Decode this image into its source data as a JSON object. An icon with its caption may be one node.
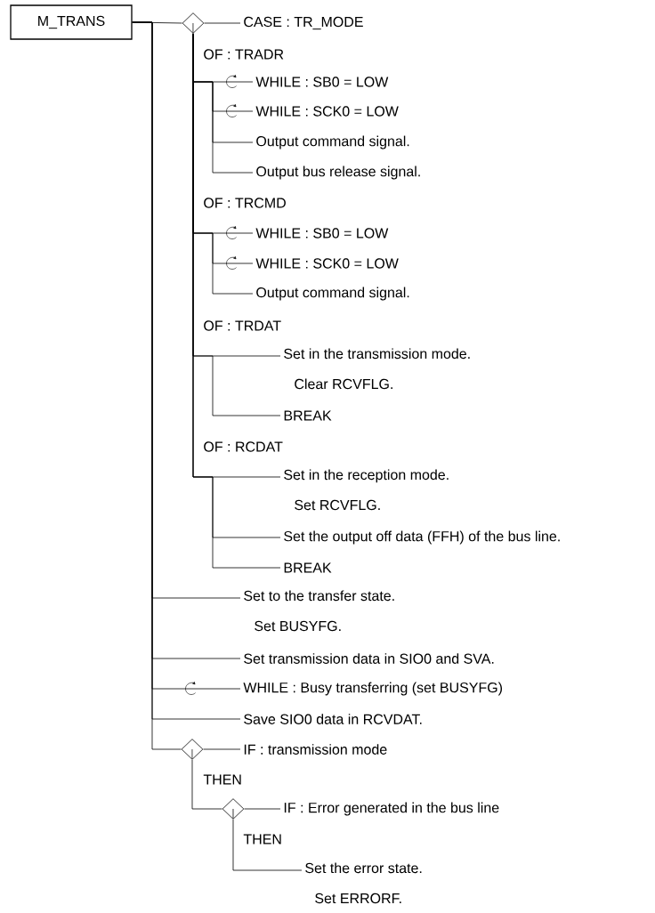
{
  "diagram": {
    "nodes": [
      {
        "text": [
          "M_TRANS"
        ]
      },
      {
        "text": [],
        "shape": "diamond"
      },
      {
        "text": [
          "CASE : TR_MODE"
        ]
      },
      {
        "text": [
          "WHILE : SB0 = LOW"
        ]
      },
      {
        "text": [
          "WHILE : SCK0 = LOW"
        ]
      },
      {
        "text": [
          "Output command signal."
        ]
      },
      {
        "text": [
          "Output bus release signal."
        ]
      },
      {
        "text": [
          "WHILE : SB0 = LOW"
        ]
      },
      {
        "text": [
          "WHILE : SCK0 = LOW"
        ]
      },
      {
        "text": [
          "Output command signal."
        ]
      },
      {
        "text": [
          "Set in the transmission mode.",
          "Clear RCVFLG."
        ]
      },
      {
        "text": [
          "BREAK"
        ]
      },
      {
        "text": [
          "Set in the reception mode.",
          "Set RCVFLG."
        ]
      },
      {
        "text": [
          "Set the output off data (FFH) of the bus line."
        ]
      },
      {
        "text": [
          "BREAK"
        ]
      },
      {
        "text": [
          "Set to the transfer state.",
          "Set BUSYFG."
        ]
      },
      {
        "text": [
          "Set transmission data in SIO0 and SVA."
        ]
      },
      {
        "text": [
          "WHILE : Busy transferring (set BUSYFG)"
        ]
      },
      {
        "text": [
          "Save SIO0 data in RCVDAT."
        ]
      },
      {
        "text": [],
        "shape": "diamond"
      },
      {
        "text": [
          "IF : transmission mode"
        ]
      },
      {
        "text": [],
        "shape": "diamond"
      },
      {
        "text": [
          "IF : Error generated in the bus line"
        ]
      },
      {
        "text": [
          "Set the error state.",
          "Set ERRORF."
        ]
      }
    ],
    "edges": [
      {
        "from": 0,
        "to": 1,
        "arrow": "none"
      },
      {
        "from": 1,
        "to": 2,
        "arrow": "none"
      },
      {
        "from": 1,
        "to": 3,
        "arrow": "none"
      },
      {
        "from": 1,
        "to": 4,
        "arrow": "none"
      },
      {
        "from": 1,
        "to": 5,
        "arrow": "none"
      },
      {
        "from": 1,
        "to": 6,
        "arrow": "none"
      },
      {
        "from": 1,
        "to": 7,
        "arrow": "none"
      },
      {
        "from": 1,
        "to": 8,
        "arrow": "none"
      },
      {
        "from": 1,
        "to": 9,
        "arrow": "none"
      },
      {
        "from": 1,
        "to": 10,
        "arrow": "none"
      },
      {
        "from": 1,
        "to": 11,
        "arrow": "none"
      },
      {
        "from": 1,
        "to": 12,
        "arrow": "none"
      },
      {
        "from": 1,
        "to": 13,
        "arrow": "none"
      },
      {
        "from": 1,
        "to": 14,
        "arrow": "none"
      },
      {
        "from": 0,
        "to": 15,
        "arrow": "none"
      },
      {
        "from": 0,
        "to": 16,
        "arrow": "none"
      },
      {
        "from": 0,
        "to": 17,
        "arrow": "none"
      },
      {
        "from": 0,
        "to": 18,
        "arrow": "none"
      },
      {
        "from": 0,
        "to": 19,
        "arrow": "none"
      },
      {
        "from": 19,
        "to": 20,
        "arrow": "none"
      },
      {
        "from": 19,
        "to": 21,
        "arrow": "none"
      },
      {
        "from": 21,
        "to": 22,
        "arrow": "none"
      },
      {
        "from": 21,
        "to": 23,
        "arrow": "none"
      }
    ],
    "labels": [
      "OF : TRADR",
      "OF : TRCMD",
      "OF : TRDAT",
      "OF : RCDAT",
      "THEN",
      "THEN"
    ]
  }
}
